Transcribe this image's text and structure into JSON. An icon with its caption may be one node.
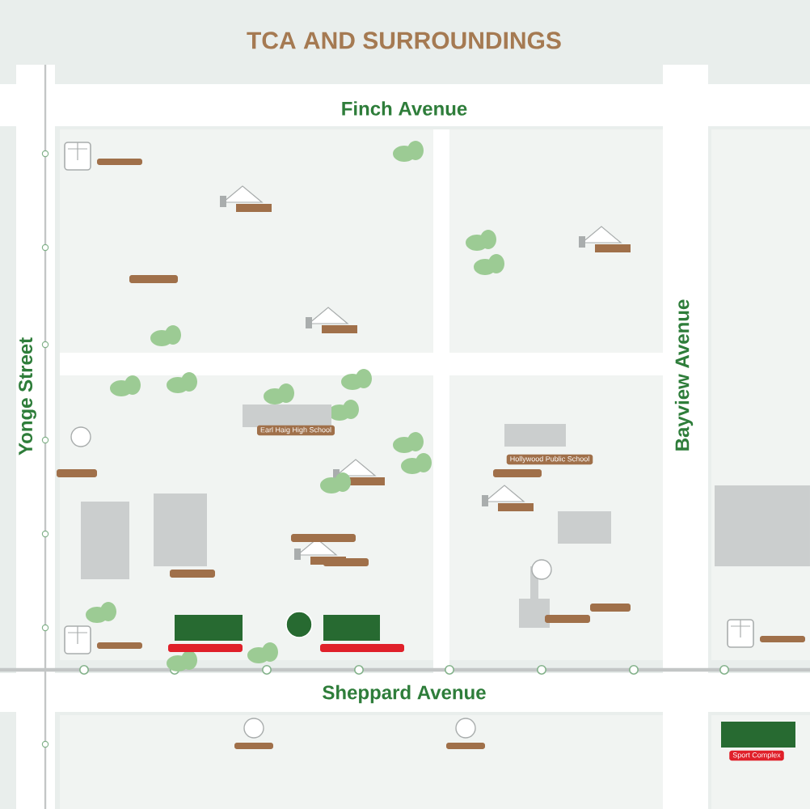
{
  "diagram": {
    "title": "TCA AND SURROUNDINGS",
    "labels": [
      "Finch Avenue",
      "Yonge Street",
      "Earl Haig High School",
      "Bayview Avenue",
      "Hollywood Public School",
      "Sheppard Avenue",
      "Sport Complex"
    ]
  }
}
